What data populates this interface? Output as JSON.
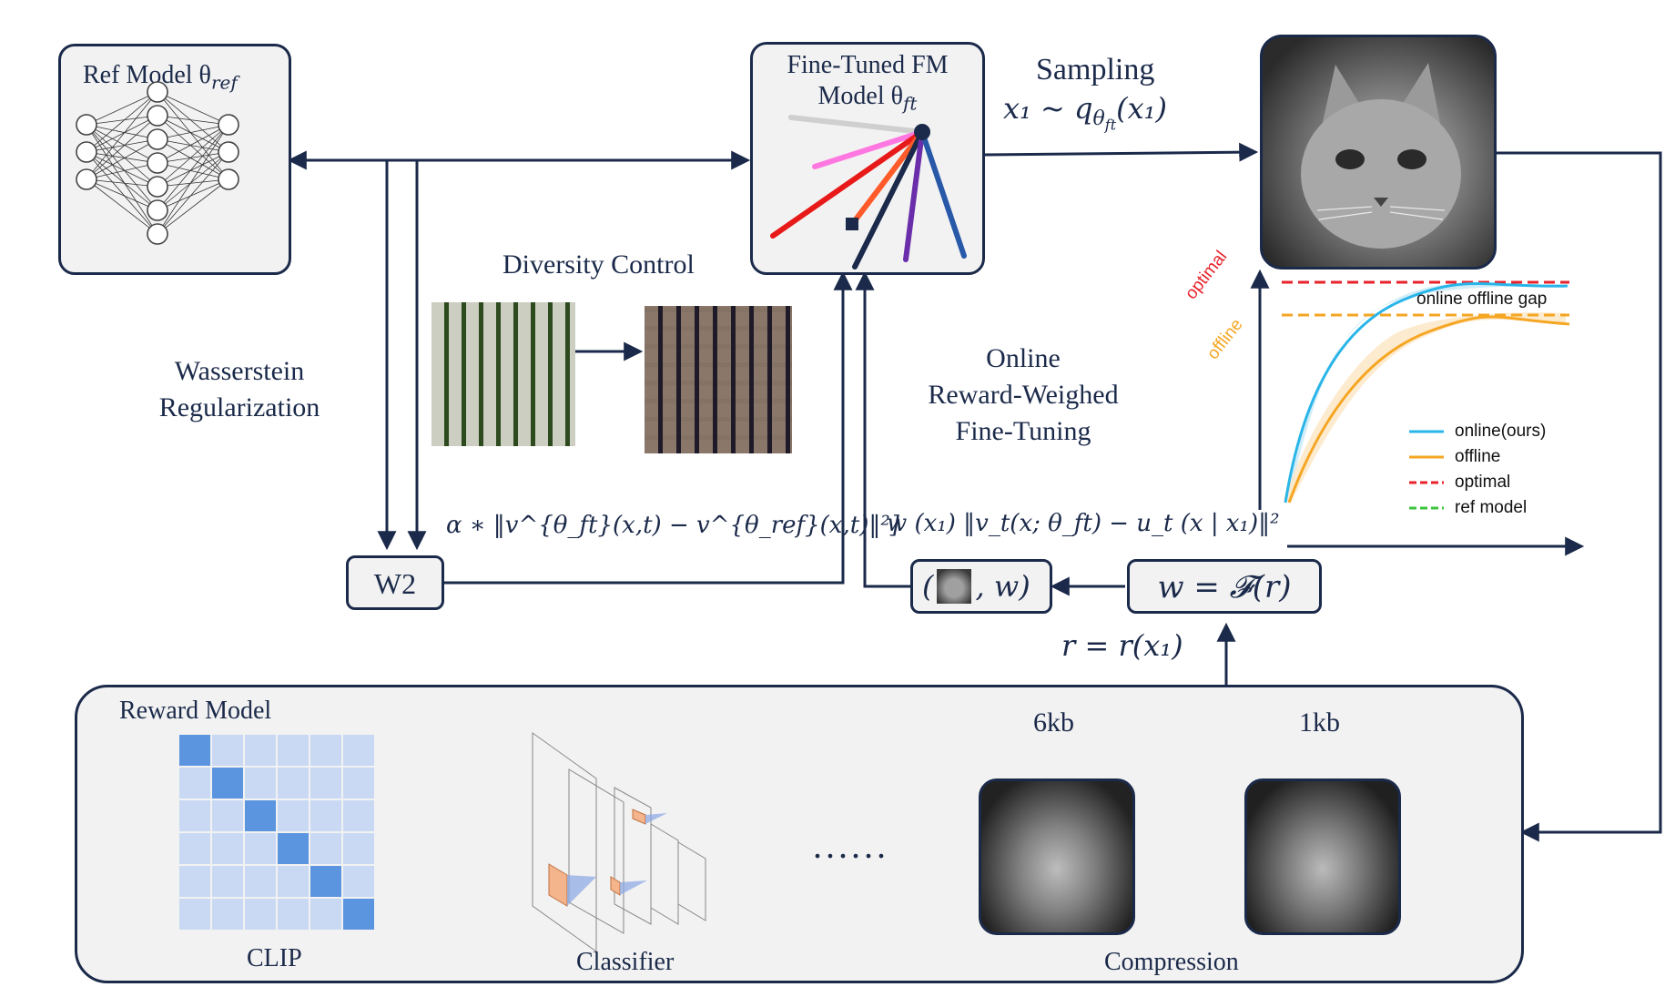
{
  "ref_model": {
    "label": "Ref Model θ",
    "sub": "ref"
  },
  "finetuned": {
    "line1": "Fine-Tuned FM",
    "line2": "Model θ",
    "sub": "ft"
  },
  "sampling": {
    "title": "Sampling",
    "formula": "x₁ ~ q",
    "formula_sub": "θ",
    "formula_subsub": "ft",
    "formula_tail": "(x₁)"
  },
  "diversity": {
    "title": "Diversity Control"
  },
  "wasserstein": {
    "line1": "Wasserstein",
    "line2": "Regularization"
  },
  "online": {
    "line1": "Online",
    "line2": "Reward-Weighed",
    "line3": "Fine-Tuning"
  },
  "w2": {
    "label": "W2",
    "formula": "α ∗ ‖v^{θ_ft}(x,t) − v^{θ_ref}(x,t)‖²]"
  },
  "weight_formula": "w (x₁) ‖v_t(x; θ_ft) − u_t (x | x₁)‖²",
  "pair_box": {
    "label": ", w)",
    "open": "("
  },
  "wf_box": {
    "label": "w = 𝓕(r)"
  },
  "reward_eq": "r = r(x₁)",
  "reward_model": {
    "title": "Reward Model",
    "clip": "CLIP",
    "classifier": "Classifier",
    "dots": "......",
    "compression": "Compression",
    "size_a": "6kb",
    "size_b": "1kb"
  },
  "gap_chart": {
    "annotation": "online offline gap",
    "optimal_label": "optimal",
    "offline_label": "offline",
    "legend": [
      {
        "name": "online(ours)",
        "color": "#29b5e8"
      },
      {
        "name": "offline",
        "color": "#f5a623"
      },
      {
        "name": "optimal",
        "color": "#e8222b"
      },
      {
        "name": "ref model",
        "color": "#3cc43c"
      }
    ]
  },
  "colors": {
    "navy": "#1b2a4a",
    "clip_fill": "#5b95e0",
    "clip_light": "#c9d9f3"
  }
}
